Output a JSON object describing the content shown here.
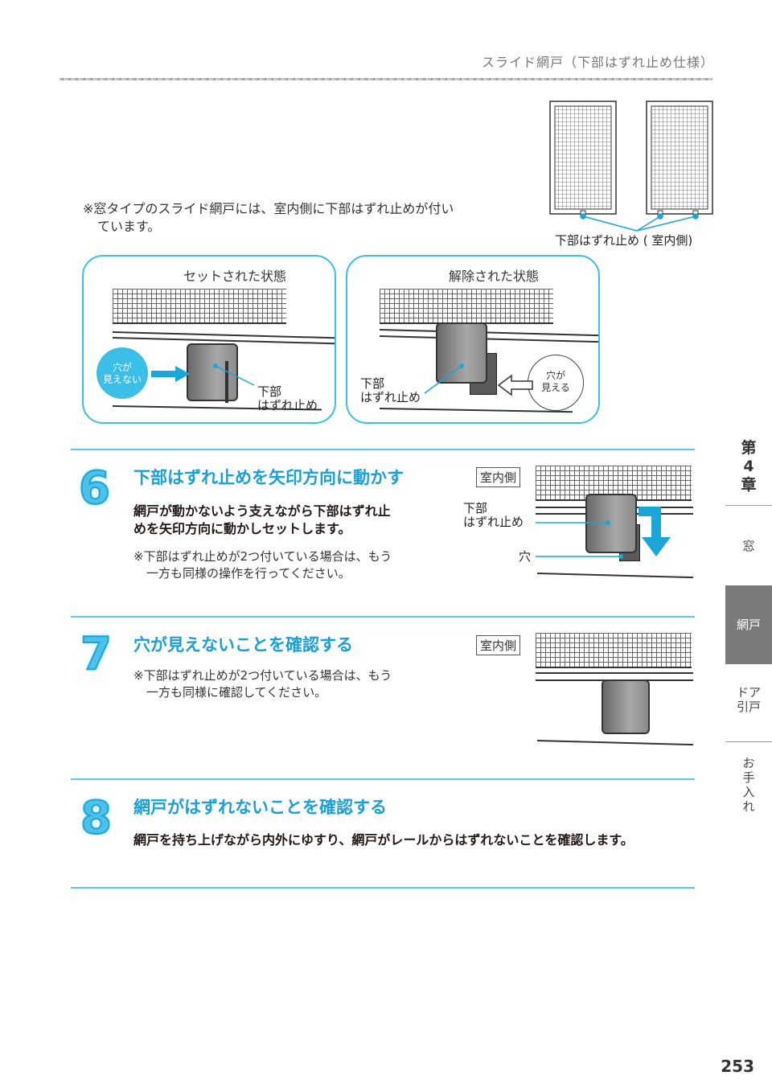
{
  "header": {
    "title": "スライド網戸（下部はずれ止め仕様）"
  },
  "intro": {
    "note_line1": "※窓タイプのスライド網戸には、室内側に下部はずれ止めが付い",
    "note_line2": "ています。",
    "window_label": "下部はずれ止め ( 室内側)"
  },
  "panels": {
    "set": {
      "title": "セットされた状態",
      "bubble_line1": "穴が",
      "bubble_line2": "見えない",
      "label_line1": "下部",
      "label_line2": "はずれ止め"
    },
    "released": {
      "title": "解除された状態",
      "bubble_line1": "穴が",
      "bubble_line2": "見える",
      "label_line1": "下部",
      "label_line2": "はずれ止め"
    }
  },
  "steps": [
    {
      "number": "6",
      "title": "下部はずれ止めを矢印方向に動かす",
      "body_line1": "網戸が動かないよう支えながら下部はずれ止",
      "body_line2": "めを矢印方向に動かしセットします。",
      "note_line1": "※下部はずれ止めが2つ付いている場合は、もう",
      "note_line2": "一方も同様の操作を行ってください。",
      "tag": "室内側",
      "label_line1": "下部",
      "label_line2": "はずれ止め",
      "label_hole": "穴"
    },
    {
      "number": "7",
      "title": "穴が見えないことを確認する",
      "note_line1": "※下部はずれ止めが2つ付いている場合は、もう",
      "note_line2": "一方も同様に確認してください。",
      "tag": "室内側"
    },
    {
      "number": "8",
      "title": "網戸がはずれないことを確認する",
      "body_line1": "網戸を持ち上げながら内外にゆすり、網戸がレールからはずれないことを確認します。"
    }
  ],
  "sidebar": {
    "chapter_line1": "第",
    "chapter_line2": "4",
    "chapter_line3": "章",
    "items": [
      {
        "label": "窓"
      },
      {
        "label": "網戸"
      },
      {
        "label_line1": "ドア",
        "label_line2": "引戸"
      },
      {
        "label_line1": "お",
        "label_line2": "手",
        "label_line3": "入",
        "label_line4": "れ"
      }
    ]
  },
  "page_number": "253",
  "colors": {
    "accent": "#3cbfe6",
    "step_title": "#1a9fd6",
    "sidebar_active": "#7a7a7a",
    "arrow": "#1aa6d8"
  }
}
